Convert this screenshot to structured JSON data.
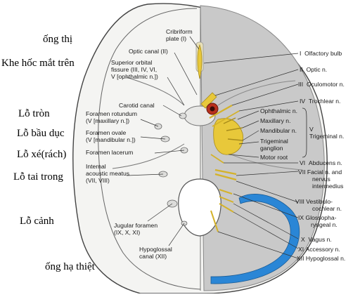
{
  "vietnamese_labels": {
    "optic_canal": "ống thị",
    "superior_orbital_fissure": "Khe hốc mắt trên",
    "foramen_rotundum": "Lỗ tròn",
    "foramen_ovale": "Lỗ bầu dục",
    "foramen_lacerum": "Lỗ xé(rách)",
    "internal_acoustic_meatus": "Lỗ  tai trong",
    "jugular_foramen": "Lỗ cảnh",
    "hypoglossal_canal": "ống hạ thiệt"
  },
  "left_labels": {
    "cribriform": [
      "Cribriform",
      "plate (I)"
    ],
    "optic_canal": [
      "Optic canal (II)"
    ],
    "sup_orbital": [
      "Superior orbital",
      "fissure (III, IV, VI,",
      "V [ophthalmic n.])"
    ],
    "carotid": [
      "Carotid canal"
    ],
    "rotundum": [
      "Foramen rotundum",
      "(V [maxillary n.])"
    ],
    "ovale": [
      "Foramen ovale",
      "(V [mandibular n.])"
    ],
    "lacerum": [
      "Foramen lacerum"
    ],
    "acoustic": [
      "Internal",
      "acoustic meatus",
      "(VII, VIII)"
    ],
    "jugular": [
      "Jugular foramen",
      "(IX, X, XI)"
    ],
    "hypoglossal": [
      "Hypoglossal",
      "canal (XII)"
    ]
  },
  "right_labels": {
    "n1": {
      "num": "I",
      "text": [
        "Olfactory bulb"
      ]
    },
    "n2": {
      "num": "II",
      "text": [
        "Optic n."
      ]
    },
    "n3": {
      "num": "III",
      "text": [
        "Oculomotor n."
      ]
    },
    "n4": {
      "num": "IV",
      "text": [
        "Trochlear n."
      ]
    },
    "ophthalmic": {
      "num": "",
      "text": [
        "Ophthalmic n."
      ]
    },
    "maxillary": {
      "num": "",
      "text": [
        "Maxillary n."
      ]
    },
    "mandibular": {
      "num": "",
      "text": [
        "Mandibular n."
      ]
    },
    "ganglion": {
      "num": "",
      "text": [
        "Trigeminal",
        "ganglion"
      ]
    },
    "motor": {
      "num": "",
      "text": [
        "Motor root"
      ]
    },
    "n5": {
      "num": "V",
      "text": [
        "Trigeminal n."
      ]
    },
    "n6": {
      "num": "VI",
      "text": [
        "Abducens n."
      ]
    },
    "n7": {
      "num": "VII",
      "text": [
        "Facial n. and",
        "nervus",
        "intermedius"
      ]
    },
    "n8": {
      "num": "VIII",
      "text": [
        "Vestibulo-",
        "cochlear n."
      ]
    },
    "n9": {
      "num": "IX",
      "text": [
        "Glossopha-",
        "ryngeal n."
      ]
    },
    "n10": {
      "num": "X",
      "text": [
        "Vagus n."
      ]
    },
    "n11": {
      "num": "XI",
      "text": [
        "Accessory n."
      ]
    },
    "n12": {
      "num": "XII",
      "text": [
        "Hypoglossal n."
      ]
    }
  },
  "colors": {
    "dura": "#c9c9c9",
    "bone": "#f4f4f2",
    "nerve": "#e8c83a",
    "sinus": "#2a86d6",
    "artery": "#b8311e"
  }
}
